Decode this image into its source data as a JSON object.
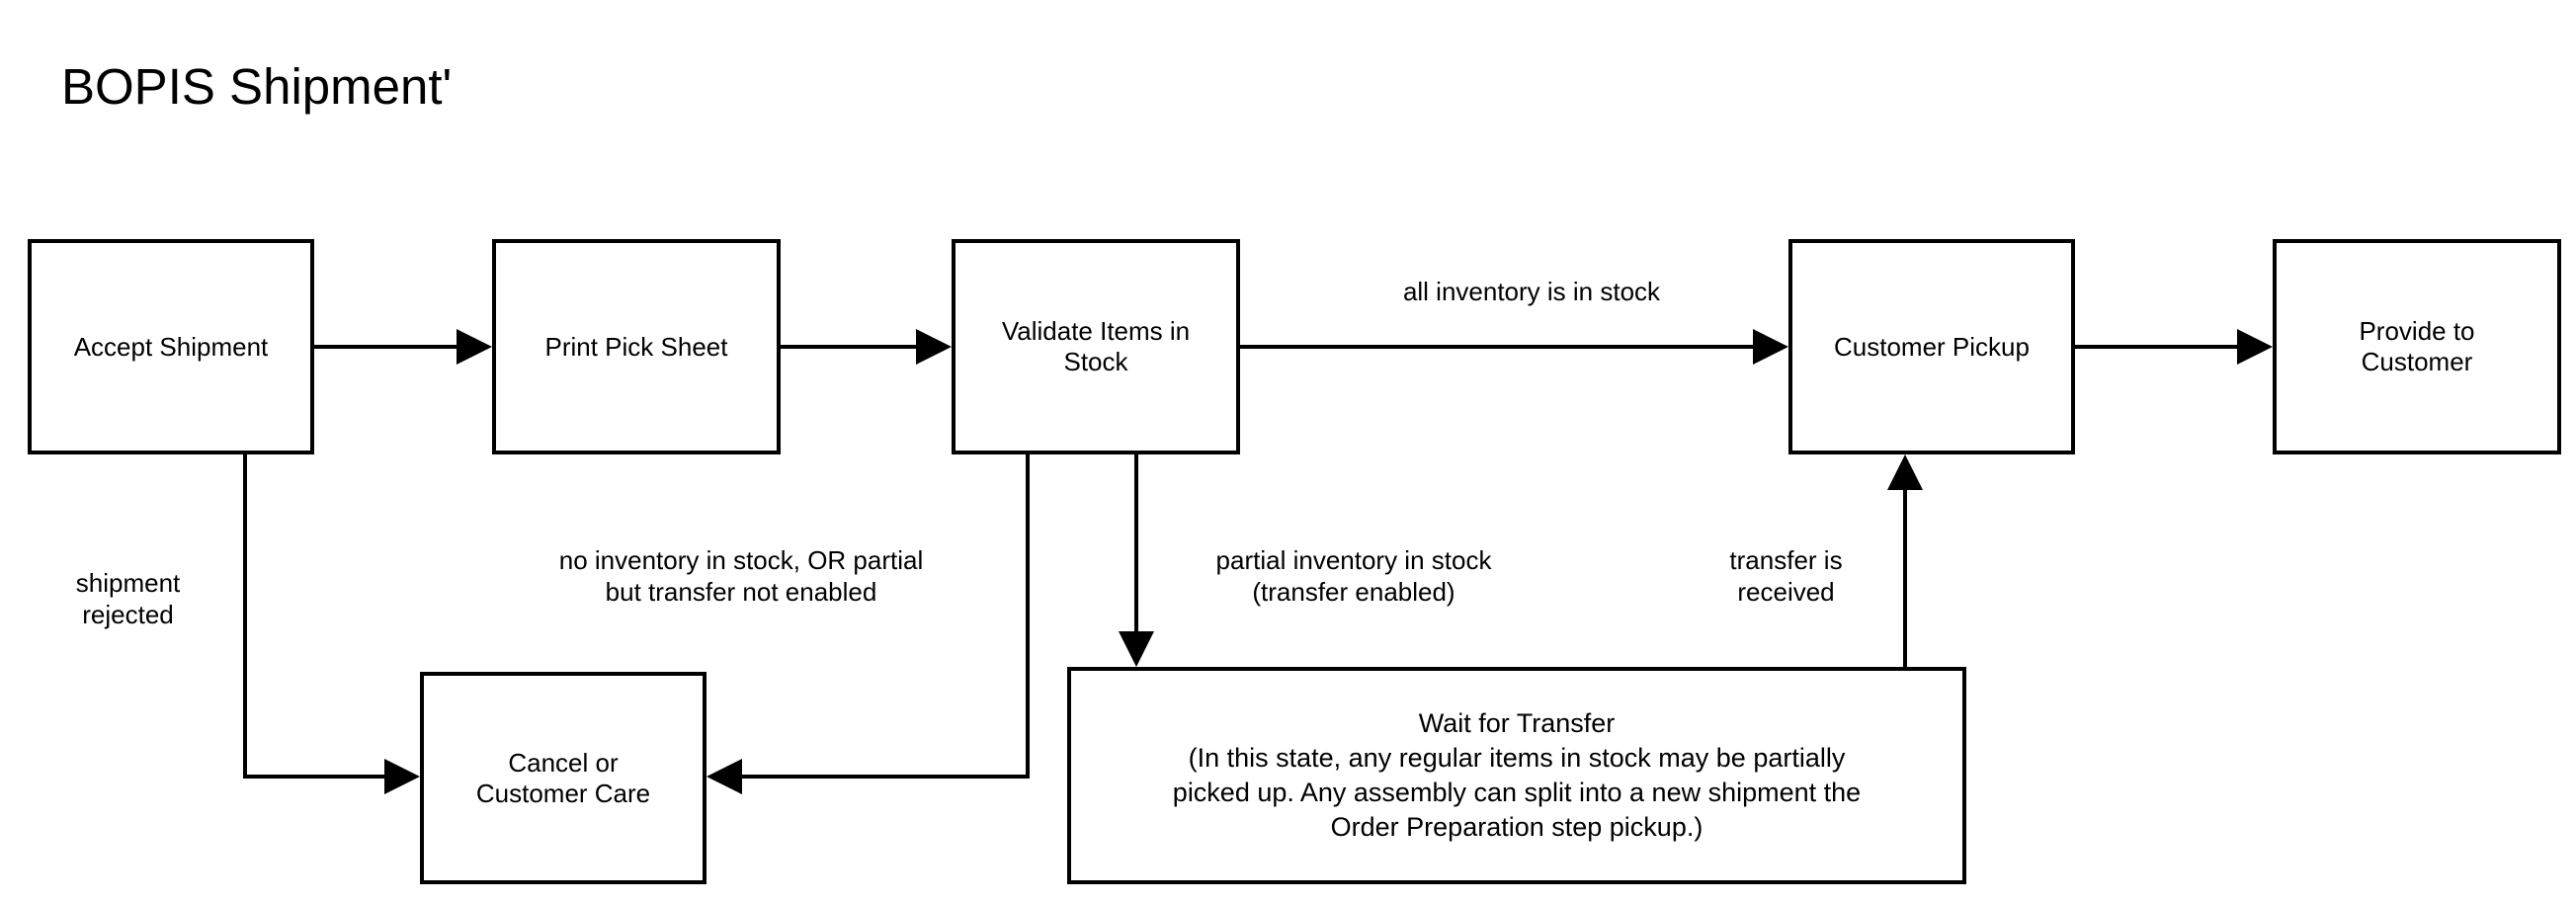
{
  "title": {
    "text": "BOPIS Shipment",
    "mark": "'"
  },
  "diagram": {
    "type": "flowchart",
    "nodes": [
      {
        "id": "accept-shipment",
        "label": "Accept Shipment"
      },
      {
        "id": "print-pick-sheet",
        "label": "Print Pick Sheet"
      },
      {
        "id": "validate-items",
        "label": "Validate Items in\nStock"
      },
      {
        "id": "customer-pickup",
        "label": "Customer Pickup"
      },
      {
        "id": "provide-to-customer",
        "label": "Provide to\nCustomer"
      },
      {
        "id": "cancel-customer-care",
        "label": "Cancel or\nCustomer Care"
      },
      {
        "id": "wait-for-transfer",
        "label": "Wait for Transfer\n(In this state, any regular items in stock may be partially\npicked up. Any assembly can split into a new shipment the\nOrder Preparation step pickup.)"
      }
    ],
    "edges": [
      {
        "from": "accept-shipment",
        "to": "print-pick-sheet",
        "label": ""
      },
      {
        "from": "print-pick-sheet",
        "to": "validate-items",
        "label": ""
      },
      {
        "from": "validate-items",
        "to": "customer-pickup",
        "label": "all inventory is in stock"
      },
      {
        "from": "customer-pickup",
        "to": "provide-to-customer",
        "label": ""
      },
      {
        "from": "accept-shipment",
        "to": "cancel-customer-care",
        "label": "shipment\nrejected"
      },
      {
        "from": "validate-items",
        "to": "cancel-customer-care",
        "label": "no inventory in stock, OR partial\nbut transfer not enabled"
      },
      {
        "from": "validate-items",
        "to": "wait-for-transfer",
        "label": "partial inventory in stock\n(transfer enabled)"
      },
      {
        "from": "wait-for-transfer",
        "to": "customer-pickup",
        "label": "transfer is\nreceived"
      }
    ]
  },
  "colors": {
    "stroke": "#000000",
    "fill": "#ffffff",
    "text": "#000000"
  }
}
